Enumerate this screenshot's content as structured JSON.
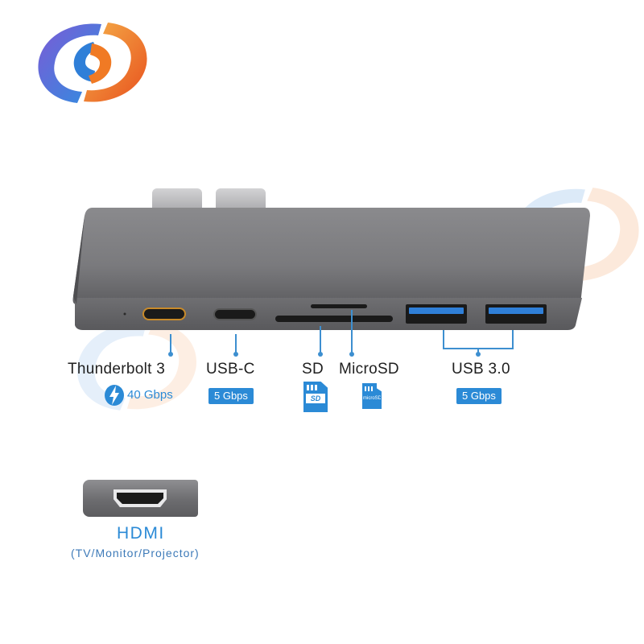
{
  "colors": {
    "accent": "#2b8ad6",
    "hub_body": "#7d7d80",
    "logo_blue": "#2f7fd8",
    "logo_orange": "#f07a24"
  },
  "ports": {
    "thunderbolt": {
      "label": "Thunderbolt 3",
      "speed": "40 Gbps",
      "icon": "thunderbolt-bolt-icon"
    },
    "usbc": {
      "label": "USB-C",
      "speed": "5 Gbps"
    },
    "sd": {
      "label": "SD",
      "icon": "sd-card-icon",
      "icon_text": "SD"
    },
    "microsd": {
      "label": "MicroSD",
      "icon": "microsd-card-icon",
      "icon_text": "microSD"
    },
    "usb3": {
      "label": "USB 3.0",
      "speed": "5 Gbps"
    }
  },
  "hdmi": {
    "label": "HDMI",
    "sublabel": "(TV/Monitor/Projector)",
    "icon": "hdmi-port-icon"
  },
  "logo": {
    "icon": "brand-logo-icon"
  }
}
